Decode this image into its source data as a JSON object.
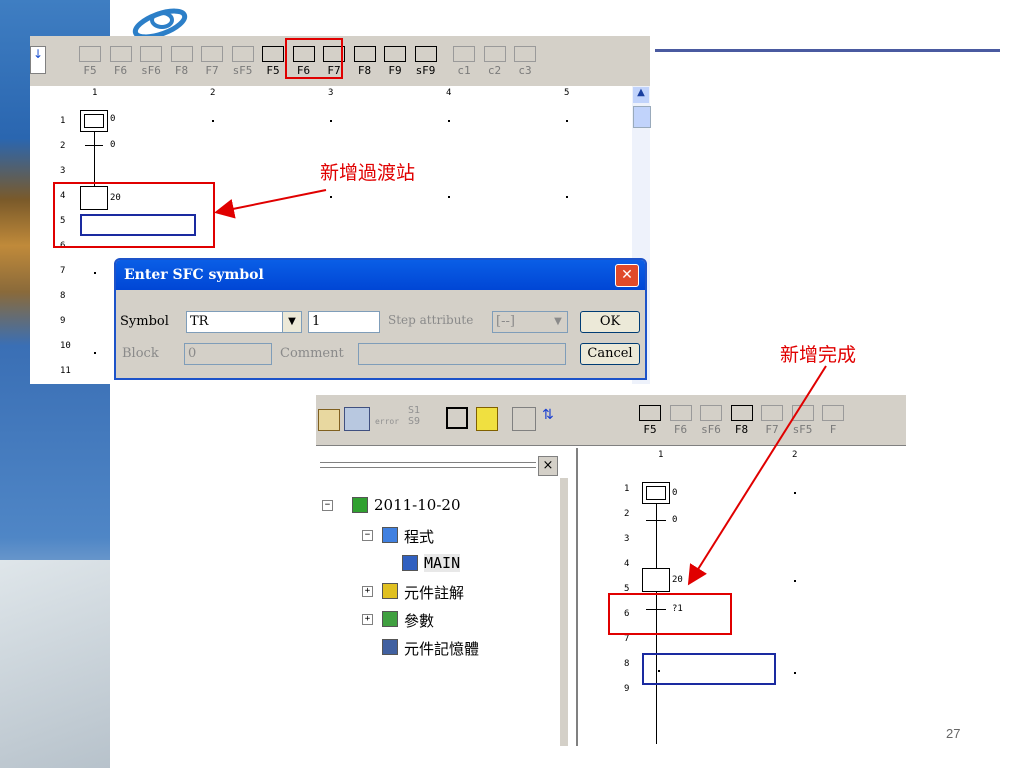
{
  "slide": {
    "page_number": "27"
  },
  "editor_top": {
    "toolbar_buttons": [
      {
        "icon": "step-icon",
        "label": "F5",
        "active": false
      },
      {
        "icon": "jump-icon",
        "label": "F6",
        "active": false
      },
      {
        "icon": "end-icon",
        "label": "sF6",
        "active": false
      },
      {
        "icon": "jump-arrow-icon",
        "label": "F8",
        "active": false
      },
      {
        "icon": "transition-icon",
        "label": "F7",
        "active": false
      },
      {
        "icon": "cross-icon",
        "label": "sF5",
        "active": false
      },
      {
        "icon": "transition-icon",
        "label": "F5",
        "active": true
      },
      {
        "icon": "diverge-icon",
        "label": "F6",
        "active": true
      },
      {
        "icon": "diverge-icon",
        "label": "F7",
        "active": true
      },
      {
        "icon": "converge-icon",
        "label": "F8",
        "active": true
      },
      {
        "icon": "converge-icon",
        "label": "F9",
        "active": true
      },
      {
        "icon": "line-icon",
        "label": "sF9",
        "active": true
      },
      {
        "icon": "comment-icon",
        "label": "c1",
        "active": false
      },
      {
        "icon": "sc-icon",
        "label": "c2",
        "active": false
      },
      {
        "icon": "se-icon",
        "label": "c3",
        "active": false
      }
    ],
    "columns": [
      "1",
      "2",
      "3",
      "4",
      "5"
    ],
    "rows": [
      "1",
      "2",
      "3",
      "4",
      "5",
      "6",
      "7",
      "8",
      "9",
      "10",
      "11"
    ],
    "step0_num": "0",
    "trans0_num": "0",
    "step20_num": "20"
  },
  "dialog": {
    "title": "Enter SFC symbol",
    "symbol_label": "Symbol",
    "symbol_value": "TR",
    "number_value": "1",
    "step_attr_label": "Step attribute",
    "step_attr_value": "[--]",
    "block_label": "Block",
    "block_value": "0",
    "comment_label": "Comment",
    "comment_value": "",
    "ok_label": "OK",
    "cancel_label": "Cancel"
  },
  "annotations": {
    "add_transition": "新增過渡站",
    "add_done": "新增完成"
  },
  "editor_bottom": {
    "toolbar_left_labels": {
      "error": "error",
      "s1": "S1",
      "s9": "S9"
    },
    "toolbar_buttons": [
      {
        "icon": "step-icon",
        "label": "F5",
        "active": true
      },
      {
        "icon": "jump-icon",
        "label": "F6",
        "active": false
      },
      {
        "icon": "end-icon",
        "label": "sF6",
        "active": false
      },
      {
        "icon": "jump-arrow-icon",
        "label": "F8",
        "active": true
      },
      {
        "icon": "transition-icon",
        "label": "F7",
        "active": false
      },
      {
        "icon": "cross-icon",
        "label": "sF5",
        "active": false
      },
      {
        "icon": "step-icon",
        "label": "F",
        "active": false
      }
    ],
    "columns": [
      "1",
      "2"
    ],
    "rows": [
      "1",
      "2",
      "3",
      "4",
      "5",
      "6",
      "7",
      "8",
      "9"
    ],
    "step0_num": "0",
    "trans0_num": "0",
    "step20_num": "20",
    "trans1_num": "?1",
    "tree": {
      "close_label": "×",
      "items": [
        {
          "label": "2011-10-20",
          "icon": "project-icon"
        },
        {
          "label": "程式",
          "icon": "program-icon"
        },
        {
          "label": "MAIN",
          "icon": "main-icon"
        },
        {
          "label": "元件註解",
          "icon": "comment-icon"
        },
        {
          "label": "參數",
          "icon": "parameter-icon"
        },
        {
          "label": "元件記憶體",
          "icon": "memory-icon"
        }
      ]
    }
  }
}
